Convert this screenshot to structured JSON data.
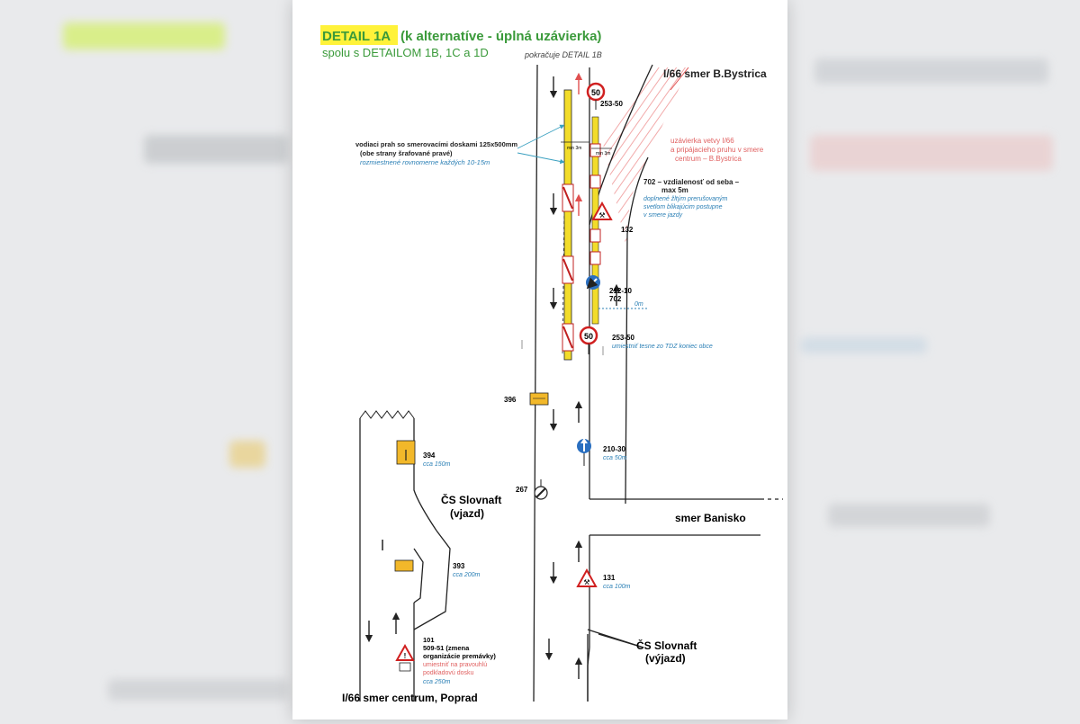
{
  "header": {
    "title_detail": "DETAIL 1A",
    "title_rest": "(k alternatíve - úplná uzávierka)",
    "subtitle": "spolu s DETAILOM 1B, 1C a 1D",
    "continues": "pokračuje DETAIL 1B"
  },
  "roads": {
    "north": "I/66 smer B.Bystrica",
    "banisko": "smer Banisko",
    "south": "I/66 smer centrum, Poprad",
    "slovnaft_in_1": "ČS Slovnaft",
    "slovnaft_in_2": "(vjazd)",
    "slovnaft_out_1": "ČS Slovnaft",
    "slovnaft_out_2": "(výjazd)"
  },
  "notes": {
    "prah_1": "vodiaci prah so smerovacími doskami 125x500mm",
    "prah_2": "(obe strany šrafované pravé)",
    "prah_3": "rozmiestnené rovnomerne každých 10-15m",
    "closure_1": "uzávierka vetvy I/66",
    "closure_2": "a pripájacieho pruhu v smere",
    "closure_3": "centrum – B.Bystrica",
    "s702_1": "702 – vzdialenosť od seba –",
    "s702_2": "max 5m",
    "s702_3": "doplnené žltým prerušovaným",
    "s702_4": "svetlom blikajúcim postupne",
    "s702_5": "v smere jazdy",
    "min3_a": "min 3m",
    "min3_b": "min 3m",
    "zero_m": "0m"
  },
  "signs": {
    "s253_top": "253-50",
    "s132": "132",
    "s212_1": "212-10",
    "s212_2": "702",
    "s253_mid": "253-50",
    "s253_mid_note": "umiestniť tesne zo TDZ koniec obce",
    "s396": "396",
    "s210": "210-30",
    "s210_dist": "cca 50m",
    "s267": "267",
    "s394": "394",
    "s394_dist": "cca 150m",
    "s393": "393",
    "s393_dist": "cca 200m",
    "s131": "131",
    "s131_dist": "cca 100m",
    "s101_1": "101",
    "s101_2": "509-51 (zmena",
    "s101_3": "organizácie premávky)",
    "s101_4": "umiestniť na pravouhlú",
    "s101_5": "podkladovú dosku",
    "s101_dist": "cca 250m",
    "speed_limit": "50"
  },
  "colors": {
    "highlight": "#fff23a",
    "title_green": "#3a9a3a",
    "note_blue": "#2a7fb5",
    "note_red": "#e06060",
    "barrier_yellow": "#f2dc2a"
  }
}
